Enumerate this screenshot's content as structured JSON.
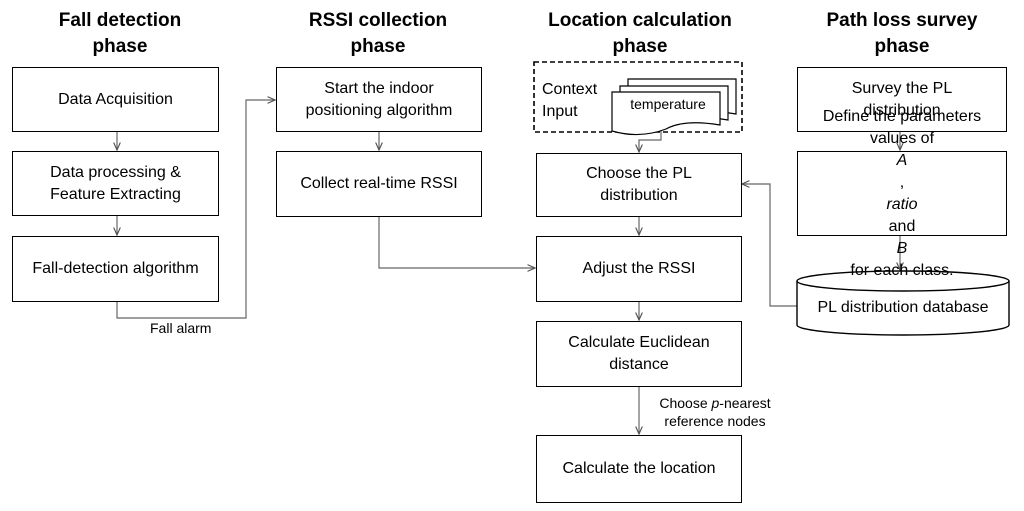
{
  "titles": {
    "fall_detection": "Fall detection\nphase",
    "rssi_collection": "RSSI collection\nphase",
    "location_calculation": "Location calculation\nphase",
    "path_loss_survey": "Path loss survey\nphase"
  },
  "fall_detection": {
    "data_acquisition": "Data Acquisition",
    "data_processing": "Data processing &\nFeature Extracting",
    "fall_algorithm": "Fall-detection algorithm",
    "fall_alarm": "Fall alarm"
  },
  "rssi_collection": {
    "start_positioning": "Start the indoor\npositioning algorithm",
    "collect_rssi": "Collect real-time RSSI"
  },
  "location_calculation": {
    "context_input": "Context\nInput",
    "temperature": "temperature",
    "choose_pl": "Choose the PL\ndistribution",
    "adjust_rssi": "Adjust the RSSI",
    "calc_euclidean": "Calculate Euclidean\ndistance",
    "choose_prefix": "Choose ",
    "choose_p": "p",
    "choose_suffix": "-nearest",
    "reference_nodes": "reference nodes",
    "calc_location": "Calculate the location"
  },
  "path_loss_survey": {
    "survey_pl": "Survey the PL\ndistribution",
    "define_l1": "Define the parameters",
    "define_l2a": "values of ",
    "define_A": "A",
    "define_l2b": ", ",
    "define_ratio": "ratio",
    "define_l2c": " and ",
    "define_B": "B",
    "define_l3": "for each class.",
    "pl_database": "PL distribution database"
  }
}
